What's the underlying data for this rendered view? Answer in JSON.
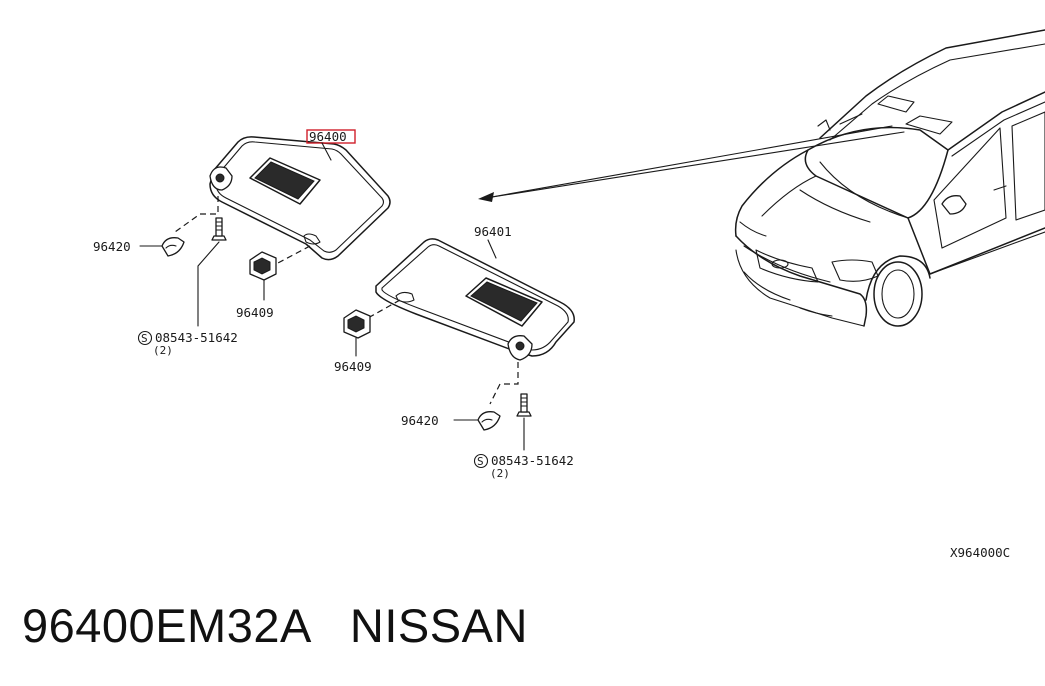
{
  "diagram": {
    "labels": {
      "part_96400": "96400",
      "part_96401": "96401",
      "clip_left": "96409",
      "clip_right": "96409",
      "cover_left": "96420",
      "cover_right": "96420",
      "screw_left": "08543-51642",
      "screw_left_qty": "(2)",
      "screw_right": "08543-51642",
      "screw_right_qty": "(2)",
      "screw_symbol": "S"
    },
    "highlight_color": "#d0202a",
    "reference_code": "X964000C"
  },
  "caption": {
    "part_number": "96400EM32A",
    "brand": "NISSAN"
  }
}
